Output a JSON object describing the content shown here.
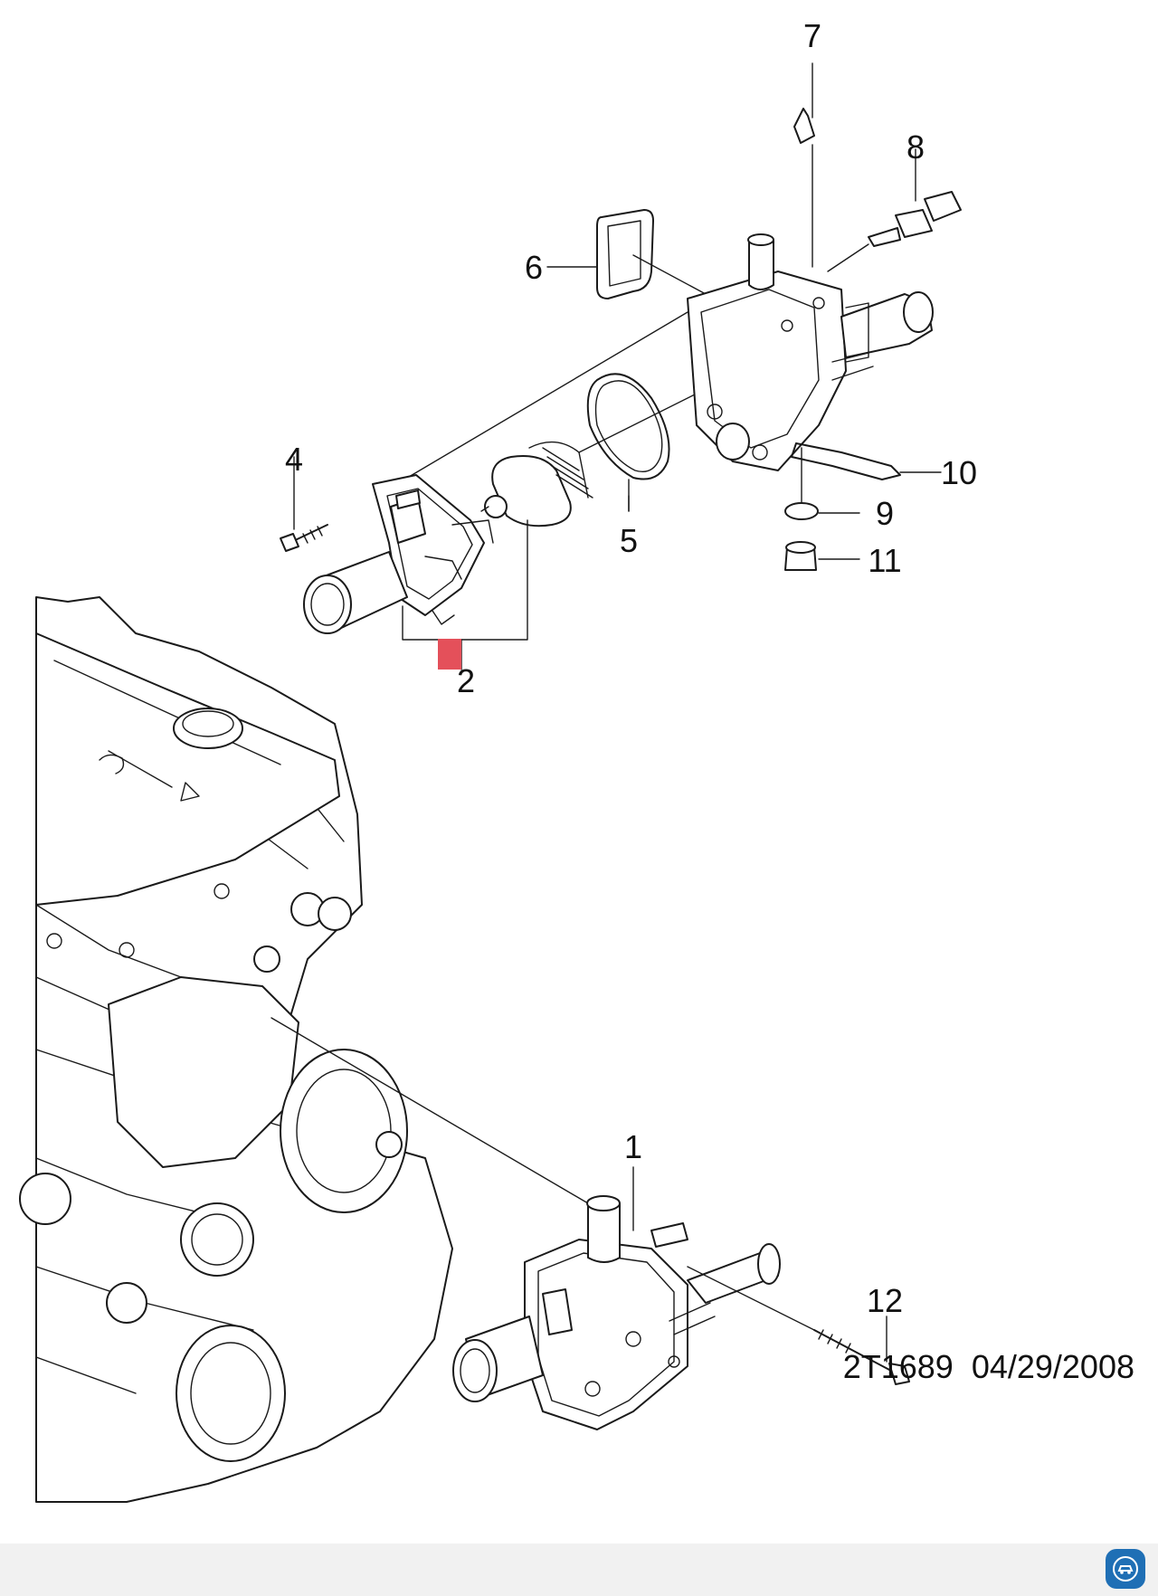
{
  "callouts": [
    "1",
    "2",
    "4",
    "5",
    "6",
    "7",
    "8",
    "9",
    "10",
    "11",
    "12"
  ],
  "footer": {
    "code": "2T1689",
    "date": "04/29/2008"
  },
  "highlight_color": "#e4505a",
  "app_icon": "car-service-app-icon"
}
